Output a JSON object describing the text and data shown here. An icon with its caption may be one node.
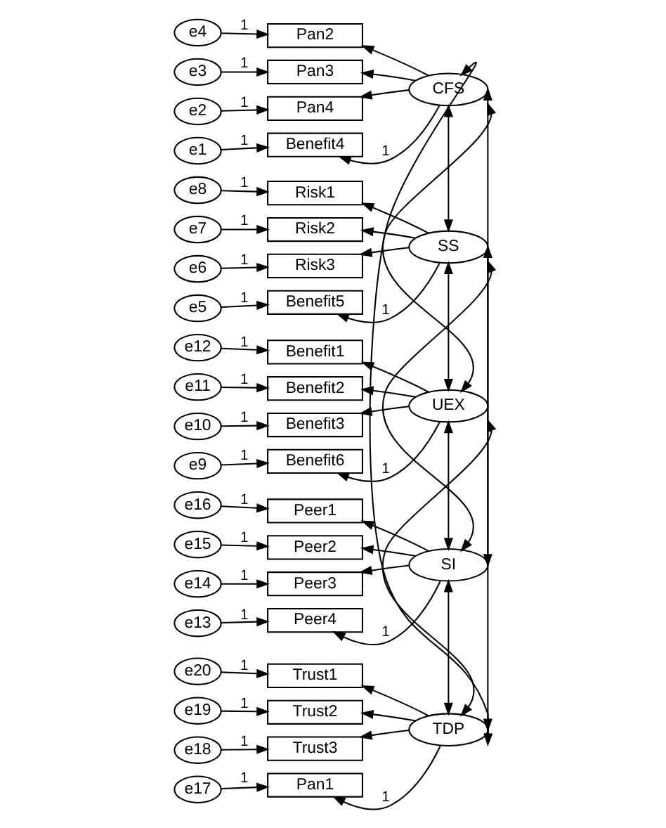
{
  "diagram": {
    "nodes": [
      {
        "text": [
          "e4"
        ]
      },
      {
        "text": [
          "Pan2"
        ]
      },
      {
        "text": [
          "e3"
        ]
      },
      {
        "text": [
          "Pan3"
        ]
      },
      {
        "text": [
          "e2"
        ]
      },
      {
        "text": [
          "Pan4"
        ]
      },
      {
        "text": [
          "e1"
        ]
      },
      {
        "text": [
          "Benefit4"
        ]
      },
      {
        "text": [
          "CFS"
        ]
      },
      {
        "text": [
          "e8"
        ]
      },
      {
        "text": [
          "Risk1"
        ]
      },
      {
        "text": [
          "e7"
        ]
      },
      {
        "text": [
          "Risk2"
        ]
      },
      {
        "text": [
          "e6"
        ]
      },
      {
        "text": [
          "Risk3"
        ]
      },
      {
        "text": [
          "e5"
        ]
      },
      {
        "text": [
          "Benefit5"
        ]
      },
      {
        "text": [
          "SS"
        ]
      },
      {
        "text": [
          "e12"
        ]
      },
      {
        "text": [
          "Benefit1"
        ]
      },
      {
        "text": [
          "e11"
        ]
      },
      {
        "text": [
          "Benefit2"
        ]
      },
      {
        "text": [
          "e10"
        ]
      },
      {
        "text": [
          "Benefit3"
        ]
      },
      {
        "text": [
          "e9"
        ]
      },
      {
        "text": [
          "Benefit6"
        ]
      },
      {
        "text": [
          "UEX"
        ]
      },
      {
        "text": [
          "e16"
        ]
      },
      {
        "text": [
          "Peer1"
        ]
      },
      {
        "text": [
          "e15"
        ]
      },
      {
        "text": [
          "Peer2"
        ]
      },
      {
        "text": [
          "e14"
        ]
      },
      {
        "text": [
          "Peer3"
        ]
      },
      {
        "text": [
          "e13"
        ]
      },
      {
        "text": [
          "Peer4"
        ]
      },
      {
        "text": [
          "SI"
        ]
      },
      {
        "text": [
          "e20"
        ]
      },
      {
        "text": [
          "Trust1"
        ]
      },
      {
        "text": [
          "e19"
        ]
      },
      {
        "text": [
          "Trust2"
        ]
      },
      {
        "text": [
          "e18"
        ]
      },
      {
        "text": [
          "Trust3"
        ]
      },
      {
        "text": [
          "e17"
        ]
      },
      {
        "text": [
          "Pan1"
        ]
      },
      {
        "text": [
          "TDP"
        ]
      }
    ],
    "edges": [
      {
        "from": 0,
        "to": 1,
        "arrow": "to",
        "label": "1"
      },
      {
        "from": 2,
        "to": 3,
        "arrow": "to",
        "label": "1"
      },
      {
        "from": 4,
        "to": 5,
        "arrow": "to",
        "label": "1"
      },
      {
        "from": 6,
        "to": 7,
        "arrow": "to",
        "label": "1"
      },
      {
        "from": 8,
        "to": 1,
        "arrow": "to"
      },
      {
        "from": 8,
        "to": 3,
        "arrow": "to"
      },
      {
        "from": 8,
        "to": 5,
        "arrow": "to"
      },
      {
        "from": 8,
        "to": 7,
        "arrow": "to",
        "label": "1"
      },
      {
        "from": 9,
        "to": 10,
        "arrow": "to",
        "label": "1"
      },
      {
        "from": 11,
        "to": 12,
        "arrow": "to",
        "label": "1"
      },
      {
        "from": 13,
        "to": 14,
        "arrow": "to",
        "label": "1"
      },
      {
        "from": 15,
        "to": 16,
        "arrow": "to",
        "label": "1"
      },
      {
        "from": 17,
        "to": 10,
        "arrow": "to"
      },
      {
        "from": 17,
        "to": 12,
        "arrow": "to"
      },
      {
        "from": 17,
        "to": 14,
        "arrow": "to"
      },
      {
        "from": 17,
        "to": 16,
        "arrow": "to",
        "label": "1"
      },
      {
        "from": 18,
        "to": 19,
        "arrow": "to",
        "label": "1"
      },
      {
        "from": 20,
        "to": 21,
        "arrow": "to",
        "label": "1"
      },
      {
        "from": 22,
        "to": 23,
        "arrow": "to",
        "label": "1"
      },
      {
        "from": 24,
        "to": 25,
        "arrow": "to",
        "label": "1"
      },
      {
        "from": 26,
        "to": 19,
        "arrow": "to"
      },
      {
        "from": 26,
        "to": 21,
        "arrow": "to"
      },
      {
        "from": 26,
        "to": 23,
        "arrow": "to"
      },
      {
        "from": 26,
        "to": 25,
        "arrow": "to",
        "label": "1"
      },
      {
        "from": 27,
        "to": 28,
        "arrow": "to",
        "label": "1"
      },
      {
        "from": 29,
        "to": 30,
        "arrow": "to",
        "label": "1"
      },
      {
        "from": 31,
        "to": 32,
        "arrow": "to",
        "label": "1"
      },
      {
        "from": 33,
        "to": 34,
        "arrow": "to",
        "label": "1"
      },
      {
        "from": 35,
        "to": 28,
        "arrow": "to"
      },
      {
        "from": 35,
        "to": 30,
        "arrow": "to"
      },
      {
        "from": 35,
        "to": 32,
        "arrow": "to"
      },
      {
        "from": 35,
        "to": 34,
        "arrow": "to",
        "label": "1"
      },
      {
        "from": 36,
        "to": 37,
        "arrow": "to",
        "label": "1"
      },
      {
        "from": 38,
        "to": 39,
        "arrow": "to",
        "label": "1"
      },
      {
        "from": 40,
        "to": 41,
        "arrow": "to",
        "label": "1"
      },
      {
        "from": 42,
        "to": 43,
        "arrow": "to",
        "label": "1"
      },
      {
        "from": 44,
        "to": 37,
        "arrow": "to"
      },
      {
        "from": 44,
        "to": 39,
        "arrow": "to"
      },
      {
        "from": 44,
        "to": 41,
        "arrow": "to"
      },
      {
        "from": 44,
        "to": 43,
        "arrow": "to",
        "label": "1"
      },
      {
        "from": 8,
        "to": 17,
        "arrow": "both"
      },
      {
        "from": 8,
        "to": 26,
        "arrow": "both"
      },
      {
        "from": 8,
        "to": 35,
        "arrow": "both"
      },
      {
        "from": 8,
        "to": 44,
        "arrow": "both"
      },
      {
        "from": 17,
        "to": 26,
        "arrow": "both"
      },
      {
        "from": 17,
        "to": 35,
        "arrow": "both"
      },
      {
        "from": 17,
        "to": 44,
        "arrow": "both"
      },
      {
        "from": 26,
        "to": 35,
        "arrow": "both"
      },
      {
        "from": 26,
        "to": 44,
        "arrow": "both"
      },
      {
        "from": 35,
        "to": 44,
        "arrow": "both"
      }
    ]
  }
}
